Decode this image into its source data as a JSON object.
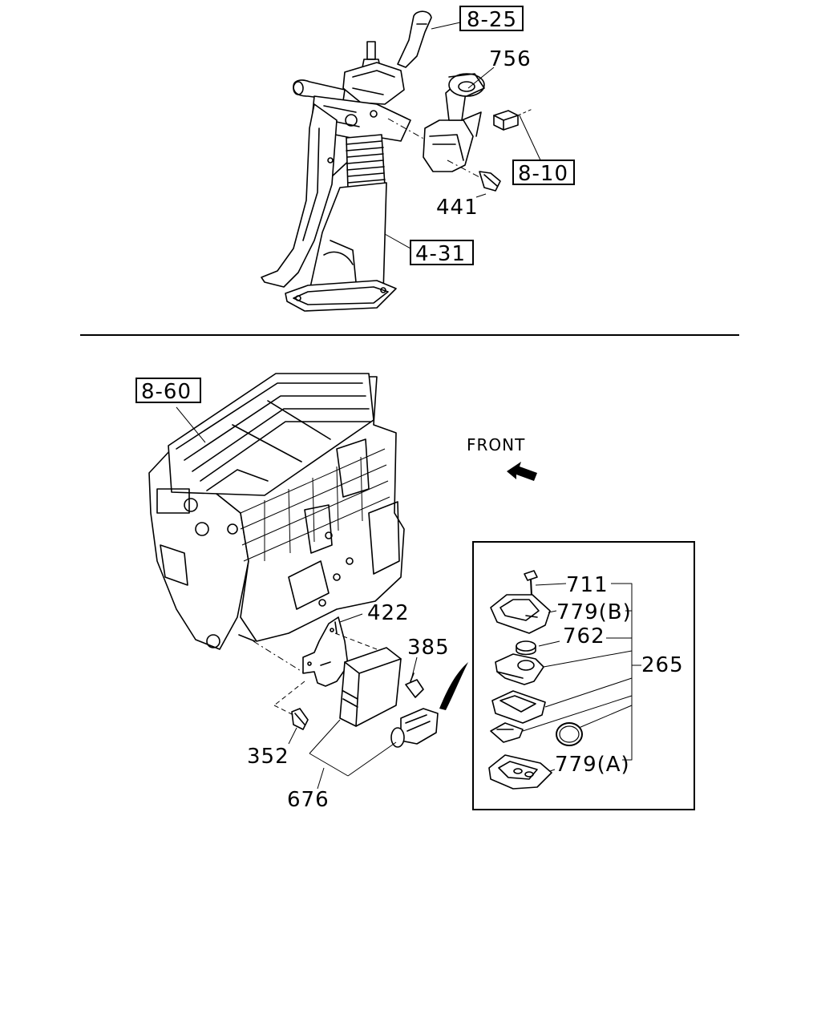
{
  "refs": {
    "ref_8_25": "8-25",
    "ref_8_10": "8-10",
    "ref_4_31": "4-31",
    "ref_8_60": "8-60"
  },
  "parts": {
    "p756": "756",
    "p441": "441",
    "p422": "422",
    "p385": "385",
    "p352": "352",
    "p676": "676",
    "p711": "711",
    "p779b": "779(B)",
    "p762": "762",
    "p265": "265",
    "p779a": "779(A)"
  },
  "direction": {
    "front_label": "FRONT"
  }
}
